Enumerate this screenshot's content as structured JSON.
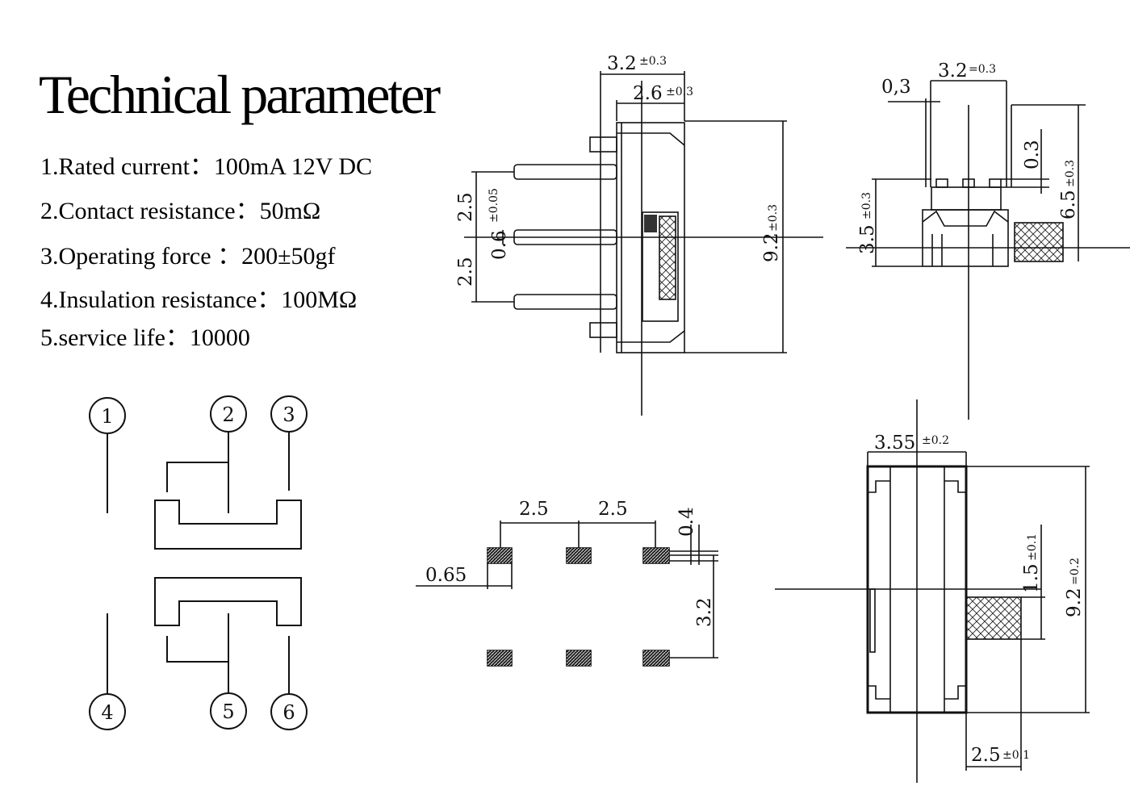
{
  "title": "Technical parameter",
  "parameters": [
    "1.Rated current：100mA 12V DC",
    "2.Contact resistance：50mΩ",
    "3.Operating force ：200±50gf",
    "4.Insulation resistance：100MΩ",
    "5.service life：10000"
  ],
  "pins": [
    "1",
    "2",
    "3",
    "4",
    "5",
    "6"
  ],
  "side_view": {
    "d_top": "3.2",
    "d_top_tol": "±0.3",
    "d_inner": "2.6",
    "d_inner_tol": "±0.3",
    "d_height": "9.2",
    "d_height_tol": "±0.3",
    "d_pitch_a": "2.5",
    "d_pitch_b": "2.5",
    "d_pin": "0.6",
    "d_pin_tol": "±0.05"
  },
  "front_view": {
    "d_width": "3.2",
    "d_width_tol": "=0.3",
    "d_gap": "0,3",
    "d_lead": "0.3",
    "d_total": "6.5",
    "d_total_tol": "±0.3",
    "d_body": "3.5",
    "d_body_tol": "±0.3"
  },
  "pad_layout": {
    "d_pitch_a": "2.5",
    "d_pitch_b": "2.5",
    "d_pad_h": "0.4",
    "d_pad_w": "0.65",
    "d_row": "3.2"
  },
  "top_view": {
    "d_width": "3.55",
    "d_width_tol": "±0.2",
    "d_actuator": "1.5",
    "d_actuator_tol": "±0.1",
    "d_length": "9.2",
    "d_length_tol": "=0.2",
    "d_travel": "2.5",
    "d_travel_tol": "±0.1"
  }
}
